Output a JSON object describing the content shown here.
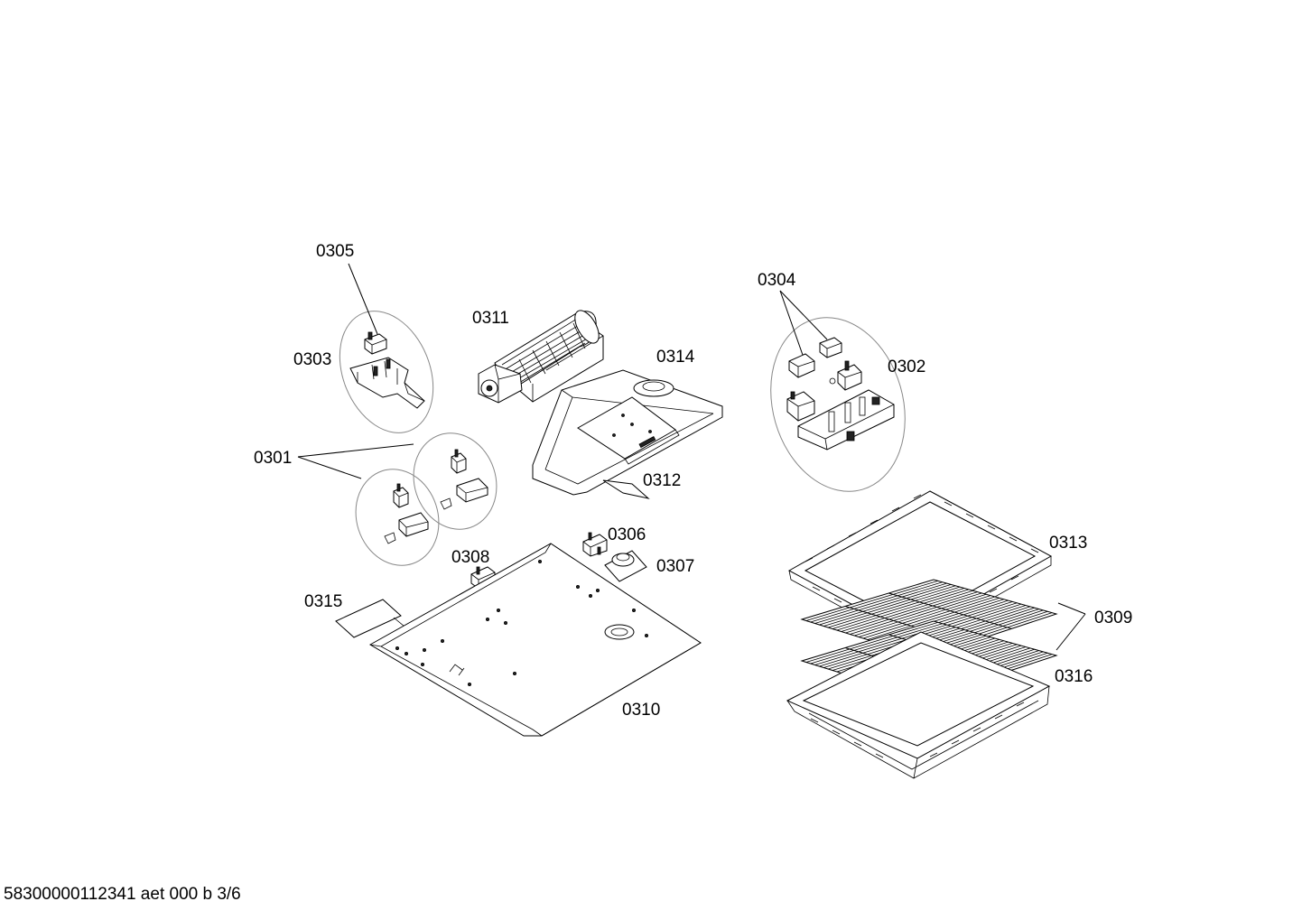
{
  "labels": {
    "p0301": "0301",
    "p0302": "0302",
    "p0303": "0303",
    "p0304": "0304",
    "p0305": "0305",
    "p0306": "0306",
    "p0307": "0307",
    "p0308": "0308",
    "p0309": "0309",
    "p0310": "0310",
    "p0311": "0311",
    "p0312": "0312",
    "p0313": "0313",
    "p0314": "0314",
    "p0315": "0315",
    "p0316": "0316"
  },
  "footer": "58300000112341 aet 000 b 3/6"
}
